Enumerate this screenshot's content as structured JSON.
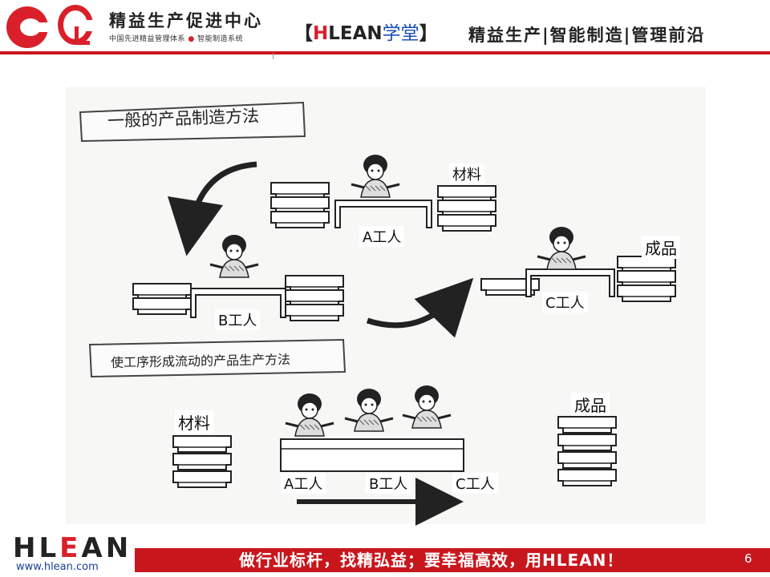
{
  "header": {
    "brand_title": "精益生产促进中心",
    "brand_subtitle_left": "中国先进精益管理体系",
    "brand_subtitle_sep": "●",
    "brand_subtitle_right": "智能制造系统",
    "tag_open": "【",
    "tag_h": "H",
    "tag_lean": "LEAN",
    "tag_school": "学堂",
    "tag_close": "】",
    "slogan": "精益生产|智能制造|管理前沿"
  },
  "diagram": {
    "title_general": "一般的产品制造方法",
    "title_flow": "使工序形成流动的产品生产方法",
    "top": {
      "material": "材料",
      "worker_a": "A工人",
      "worker_b": "B工人",
      "worker_c": "C工人",
      "product": "成品"
    },
    "bottom": {
      "material": "材料",
      "worker_a": "A工人",
      "worker_b": "B工人",
      "worker_c": "C工人",
      "product": "成品"
    }
  },
  "footer": {
    "logo_h": "H",
    "logo_l": "L",
    "logo_e": "E",
    "logo_an": "AN",
    "url": "www.hlean.com",
    "slogan": "做行业标杆，找精弘益；要幸福高效，用HLEAN！",
    "page_number": "6"
  },
  "colors": {
    "brand_red": "#c8161d",
    "tag_blue": "#1a4fb5",
    "url_blue": "#1a3f9a"
  }
}
